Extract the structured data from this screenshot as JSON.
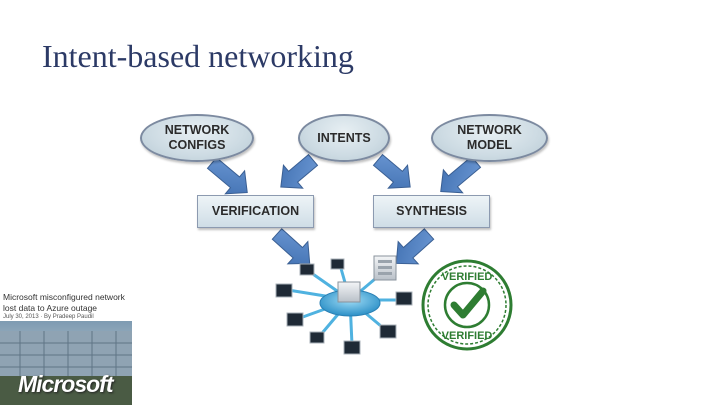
{
  "slide": {
    "title": "Intent-based networking"
  },
  "diagram": {
    "nodes": {
      "network_configs": [
        "NETWORK",
        "CONFIGS"
      ],
      "intents": "INTENTS",
      "network_model": [
        "NETWORK",
        "MODEL"
      ],
      "verification": "VERIFICATION",
      "synthesis": "SYNTHESIS"
    },
    "colors": {
      "arrow_fill": "#4f7fc0",
      "arrow_stroke": "#3a5f93",
      "hub": "#3aa3d8",
      "badge_green": "#2e7d32"
    },
    "verified_badge": {
      "top": "VERIFIED",
      "bottom": "VERIFIED"
    }
  },
  "news_clip": {
    "headline_line1": "Microsoft misconfigured network",
    "headline_line2": "lost data to Azure outage",
    "date": "July 30, 2013 · By Pradeep Paudil",
    "logo": "Microsoft"
  }
}
